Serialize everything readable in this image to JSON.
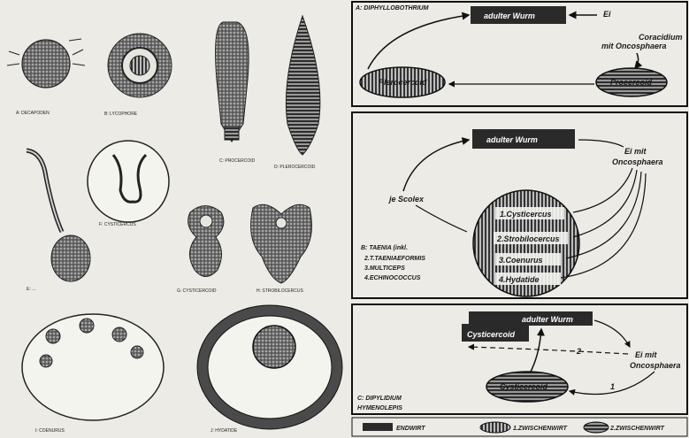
{
  "left_panel": {
    "labels": {
      "a": "A: DECAPODEN",
      "b": "B: LYCOPHORE",
      "c": "C: PROCERCOID",
      "d": "D: PLEROCERCOID",
      "e": "E: ...",
      "f": "F: CYSTICERCUS",
      "g": "G: CYSTICERCOID",
      "h": "H: STROBILOCERCUS",
      "i": "I: COENURUS",
      "j": "J: HYDATIDE"
    }
  },
  "cycle_a": {
    "title": "A: DIPHYLLOBOTHRIUM",
    "adult": "adulter Wurm",
    "egg": "Ei",
    "coracidium": "Coracidium mit Oncosphaera",
    "plerocercoid": "Plerocercoid",
    "procercoid": "Procercoid"
  },
  "cycle_b": {
    "adult": "adulter Wurm",
    "egg": "Ei mit Oncosphaera",
    "scolex": "je Scolex",
    "stages": [
      "1.Cysticercus",
      "2.Strobilocercus",
      "3.Coenurus",
      "4.Hydatide"
    ],
    "taxa_heading": "B: TAENIA (inkl.",
    "taxa": [
      "2.T.TAENIAEFORMIS",
      "3.MULTICEPS",
      "4.ECHINOCOCCUS"
    ]
  },
  "cycle_c": {
    "adult": "adulter Wurm",
    "cysticercoid_top": "Cysticercoid",
    "egg": "Ei mit Oncosphaera",
    "cysticercoid_bottom": "Cysticercoid",
    "num_2": "2",
    "num_1": "1",
    "genera": [
      "C: DIPYLIDIUM",
      "HYMENOLEPIS"
    ]
  },
  "legend": {
    "endwirt": "ENDWIRT",
    "zwischenwirt_1": "1.ZWISCHENWIRT",
    "zwischenwirt_2": "2.ZWISCHENWIRT"
  }
}
